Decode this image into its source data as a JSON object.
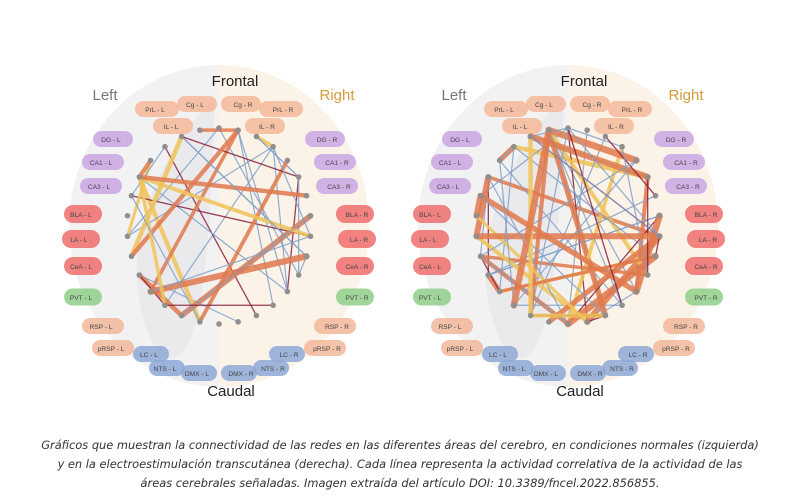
{
  "diagrams": [
    {
      "id": "left",
      "labels": {
        "frontal": "Frontal",
        "caudal": "Caudal",
        "left": "Left",
        "right": "Right"
      },
      "regions": {
        "left": [
          "PrL - L",
          "Cg - L",
          "IL - L",
          "DG - L",
          "CA1 - L",
          "CA3 - L",
          "BLA - L",
          "LA - L",
          "CeA - L",
          "PVT - L",
          "RSP - L",
          "pRSP - L",
          "LC - L",
          "NTS - L",
          "DMX - L"
        ],
        "right": [
          "Cg - R",
          "PrL - R",
          "IL - R",
          "DG - R",
          "CA1 - R",
          "CA3 - R",
          "BLA - R",
          "LA - R",
          "CeA - R",
          "PVT - R",
          "RSP - R",
          "pRSP - R",
          "LC - R",
          "NTS - R",
          "DMX - R"
        ]
      }
    },
    {
      "id": "right",
      "labels": {
        "frontal": "Frontal",
        "caudal": "Caudal",
        "left": "Left",
        "right": "Right"
      },
      "regions": {
        "left": [
          "PrL - L",
          "Cg - L",
          "IL - L",
          "DG - L",
          "CA1 - L",
          "CA3 - L",
          "BLA - L",
          "LA - L",
          "CeA - L",
          "PVT - L",
          "RSP - L",
          "pRSP - L",
          "LC - L",
          "NTS - L",
          "DMX - L"
        ],
        "right": [
          "Cg - R",
          "PrL - R",
          "IL - R",
          "DG - R",
          "CA1 - R",
          "CA3 - R",
          "BLA - R",
          "LA - R",
          "CeA - R",
          "PVT - R",
          "RSP - R",
          "pRSP - R",
          "LC - R",
          "NTS - R",
          "DMX - R"
        ]
      }
    }
  ],
  "caption": "Gráficos que muestran la connectividad de las redes en las diferentes áreas del cerebro, en condiciones normales (izquierda) y en la electroestimulación transcutánea (derecha). Cada línea representa la actividad correlativa de la actividad de las áreas cerebrales señaladas. Imagen extraída del artículo DOI: 10.3389/fncel.2022.856855.",
  "colors": {
    "frontal_group": "#f4b99a",
    "hippocampus_group": "#c9a6e4",
    "amygdala_group": "#ee6d6d",
    "pvt_group": "#8fcf8a",
    "rsp_group": "#f2b79a",
    "brainstem_group": "#8ea8d6",
    "edge_positive": "#8a1f3d",
    "edge_negative": "#7f9fc9",
    "edge_strong_orange": "#e07a4e",
    "edge_strong_yellow": "#f0c45a",
    "left_label": "#777777",
    "right_label": "#d59a3a"
  }
}
